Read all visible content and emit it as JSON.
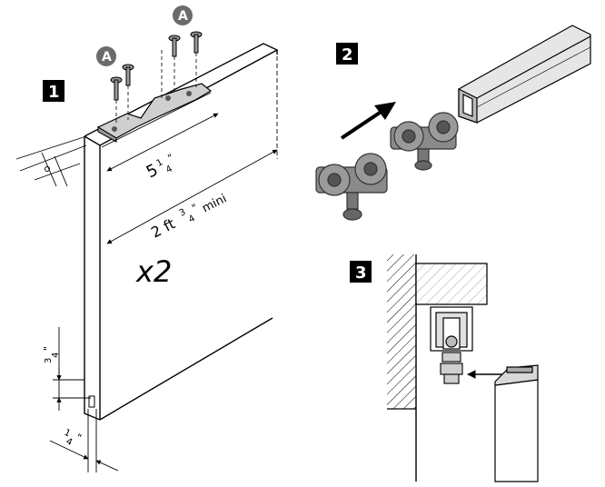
{
  "steps": {
    "one": "1",
    "two": "2",
    "three": "3"
  },
  "screw_badges": {
    "left": "A",
    "right": "A"
  },
  "dimensions": {
    "width_main": "5",
    "width_frac_num": "1",
    "width_frac_den": "4",
    "width_unit": "\"",
    "length_prefix": "2 ft",
    "length_frac_num": "3",
    "length_frac_den": "4",
    "length_unit": "\"",
    "length_suffix": "mini",
    "side_frac_num": "3",
    "side_frac_den": "4",
    "side_unit": "\"",
    "bottom_frac_num": "1",
    "bottom_frac_den": "4",
    "bottom_unit": "\""
  },
  "quantity": "x2",
  "colors": {
    "line": "#000000",
    "hardware": "#8a8a8a",
    "hardware_dark": "#555555",
    "hatch": "#000000"
  }
}
